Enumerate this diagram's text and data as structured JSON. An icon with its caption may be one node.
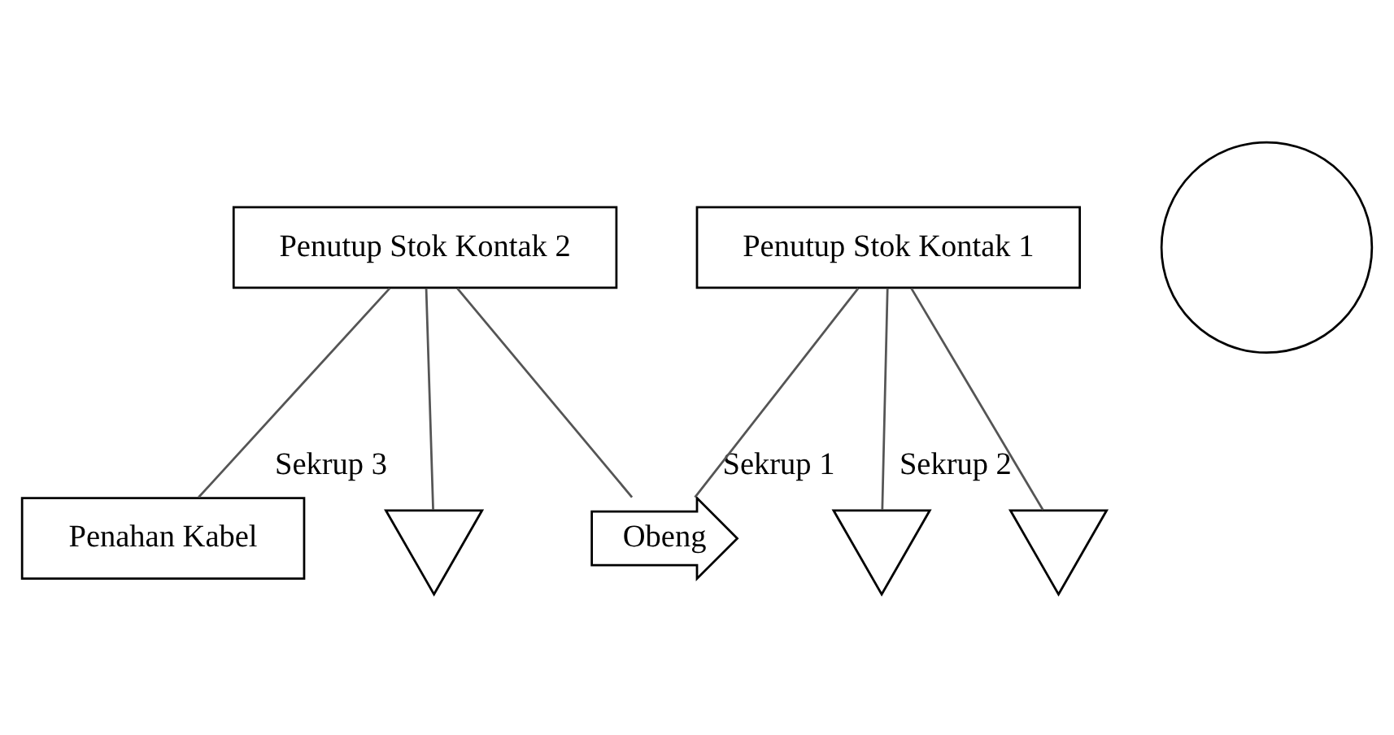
{
  "diagram": {
    "nodes": [
      {
        "text": [
          "Penutup Stok Kontak 2"
        ]
      },
      {
        "text": [
          "Penahan Kabel"
        ]
      },
      {
        "text": [
          "Penutup Stok Kontak 1"
        ]
      },
      {
        "text": [
          "Sekrup 1"
        ]
      },
      {
        "text": [
          "Sekrup 2"
        ]
      },
      {
        "text": [
          "Sekrup 3"
        ]
      },
      {
        "text": [
          "Obeng"
        ]
      },
      {
        "text": [],
        "shape": "circle"
      }
    ],
    "edges": [
      {
        "from": 0,
        "to": 5,
        "arrow": "none"
      },
      {
        "from": 0,
        "to": 1,
        "arrow": "none"
      },
      {
        "from": 2,
        "to": 4,
        "arrow": "none"
      },
      {
        "from": 2,
        "to": 3,
        "arrow": "none"
      },
      {
        "from": 0,
        "to": 6,
        "arrow": "none"
      },
      {
        "from": 2,
        "to": 6,
        "arrow": "none"
      }
    ]
  }
}
